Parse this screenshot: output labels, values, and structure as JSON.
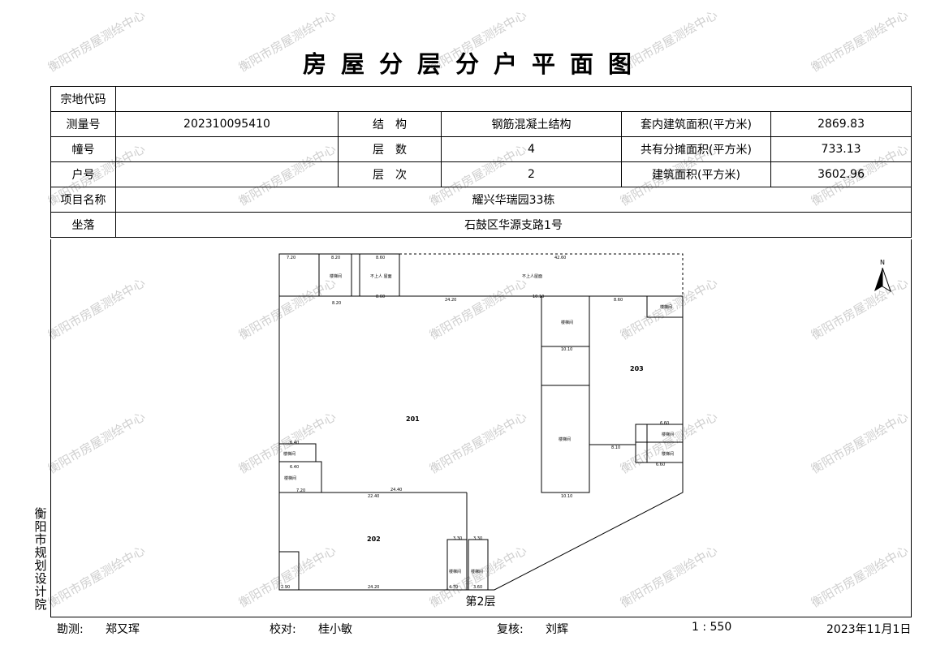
{
  "title": "房屋分层分户平面图",
  "table": {
    "parcel_code_label": "宗地代码",
    "parcel_code_value": "",
    "survey_no_label": "测量号",
    "survey_no_value": "202310095410",
    "structure_label": "结　构",
    "structure_value": "钢筋混凝土结构",
    "inner_area_label": "套内建筑面积(平方米)",
    "inner_area_value": "2869.83",
    "building_no_label": "幢号",
    "building_no_value": "",
    "floors_label": "层　数",
    "floors_value": "4",
    "shared_area_label": "共有分摊面积(平方米)",
    "shared_area_value": "733.13",
    "unit_no_label": "户号",
    "unit_no_value": "",
    "floor_label": "层　次",
    "floor_value": "2",
    "total_area_label": "建筑面积(平方米)",
    "total_area_value": "3602.96",
    "project_label": "项目名称",
    "project_value": "耀兴华瑞园33栋",
    "location_label": "坐落",
    "location_value": "石鼓区华源支路1号"
  },
  "plan": {
    "floor_caption": "第2层",
    "north_label": "N",
    "rooms": {
      "r201": "201",
      "r202": "202",
      "r203": "203"
    }
  },
  "side_org": "衡阳市规划设计院",
  "footer": {
    "survey_label": "勘测:",
    "survey_name": "郑又珲",
    "check_label": "校对:",
    "check_name": "桂小敏",
    "review_label": "复核:",
    "review_name": "刘辉",
    "scale": "1 : 550",
    "date": "2023年11月1日"
  },
  "watermark": "衡阳市房屋测绘中心"
}
